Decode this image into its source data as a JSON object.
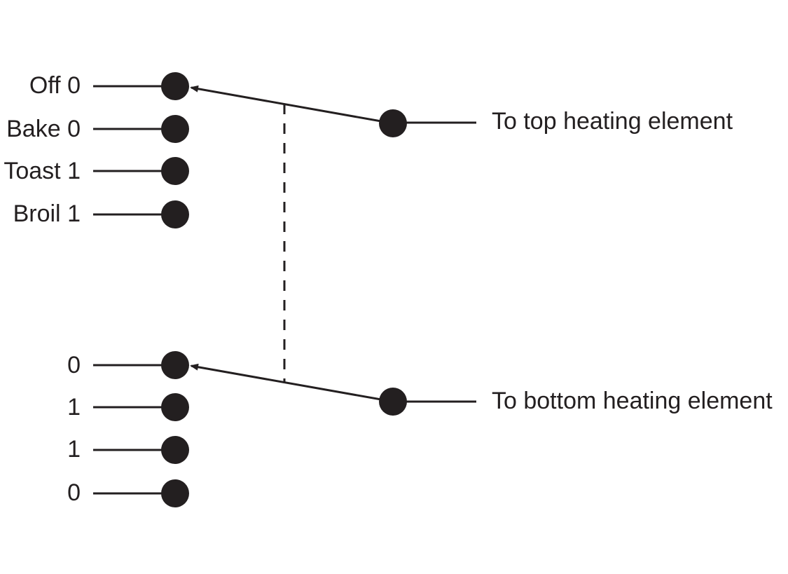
{
  "top_switch": {
    "positions": [
      {
        "mode": "Off",
        "value": "0"
      },
      {
        "mode": "Bake",
        "value": "0"
      },
      {
        "mode": "Toast",
        "value": "1"
      },
      {
        "mode": "Broil",
        "value": "1"
      }
    ],
    "output_label": "To top heating element"
  },
  "bottom_switch": {
    "positions": [
      {
        "value": "0"
      },
      {
        "value": "1"
      },
      {
        "value": "1"
      },
      {
        "value": "0"
      }
    ],
    "output_label": "To bottom heating element"
  },
  "colors": {
    "ink": "#231f20",
    "background": "#ffffff"
  }
}
